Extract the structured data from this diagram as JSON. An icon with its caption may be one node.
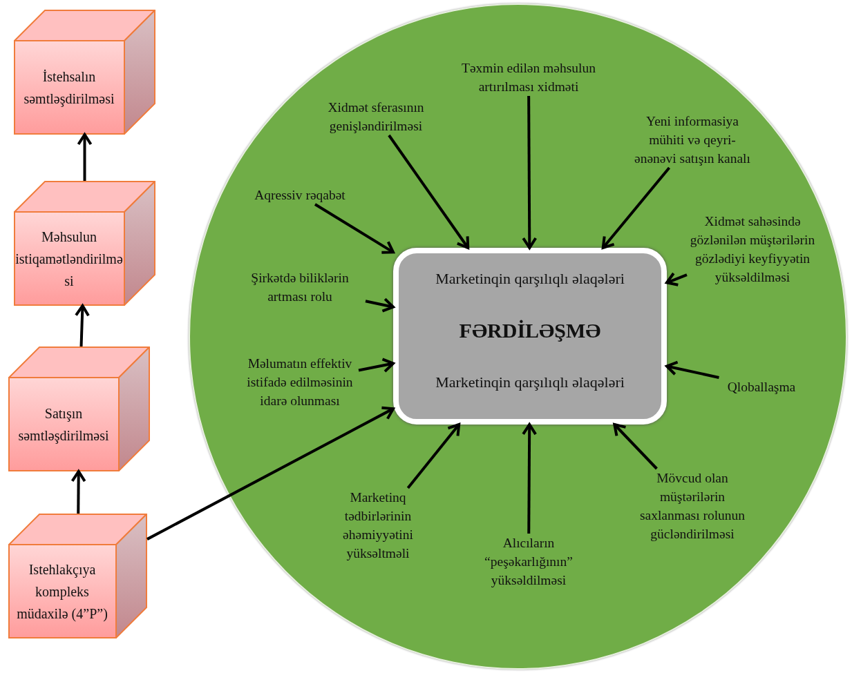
{
  "diagram": {
    "nodes": [
      {
        "text": [],
        "shape": "circle"
      },
      {
        "text": [
          "İstehsalın səmtləşdirilməsi"
        ]
      },
      {
        "text": [
          "Məhsulun istiqamətləndirilməsi"
        ]
      },
      {
        "text": [
          "Satışın səmtləşdirilməsi"
        ]
      },
      {
        "text": [
          "Istehlakçıya kompleks müdaxilə (4”P”)"
        ]
      },
      {
        "text": [
          "Marketinqin qarşılıqlı əlaqələri",
          "FƏRDİLƏŞMƏ",
          "Marketinqin qarşılıqlı əlaqələri"
        ],
        "in": 0
      },
      {
        "text": [
          "Təxmin edilən məhsulun artırılması xidməti"
        ],
        "in": 0
      },
      {
        "text": [
          "Xidmət sferasının genişləndirilməsi"
        ],
        "in": 0
      },
      {
        "text": [
          "Yeni informasiya mühiti və qeyri-ənənəvi satışın kanalı"
        ],
        "in": 0
      },
      {
        "text": [
          "Aqressiv rəqabət"
        ],
        "in": 0
      },
      {
        "text": [
          "Şirkətdə biliklərin artması rolu"
        ],
        "in": 0
      },
      {
        "text": [
          "Xidmət sahəsində gözlənilən müştərilərin gözlədiyi keyfiyyətin yüksəldilməsi"
        ],
        "in": 0
      },
      {
        "text": [
          "Məlumatın effektiv istifadə edilməsinin idarə olunması"
        ],
        "in": 0
      },
      {
        "text": [
          "Qloballaşma"
        ],
        "in": 0
      },
      {
        "text": [
          "Marketinq tədbirlərinin əhəmiyyətini yüksəltməli"
        ],
        "in": 0
      },
      {
        "text": [
          "Alıcıların “peşəkarlığının” yüksəldilməsi"
        ],
        "in": 0
      },
      {
        "text": [
          "Mövcud olan müştərilərin saxlanması rolunun gücləndirilməsi"
        ],
        "in": 0
      }
    ],
    "edges": [
      {
        "from": 2,
        "to": 1,
        "arrow": "to"
      },
      {
        "from": 3,
        "to": 2,
        "arrow": "to"
      },
      {
        "from": 4,
        "to": 3,
        "arrow": "to"
      },
      {
        "from": 4,
        "to": 5,
        "arrow": "to"
      },
      {
        "from": 6,
        "to": 5,
        "arrow": "to"
      },
      {
        "from": 7,
        "to": 5,
        "arrow": "to"
      },
      {
        "from": 8,
        "to": 5,
        "arrow": "to"
      },
      {
        "from": 9,
        "to": 5,
        "arrow": "to"
      },
      {
        "from": 10,
        "to": 5,
        "arrow": "to"
      },
      {
        "from": 11,
        "to": 5,
        "arrow": "to"
      },
      {
        "from": 12,
        "to": 5,
        "arrow": "to"
      },
      {
        "from": 13,
        "to": 5,
        "arrow": "to"
      },
      {
        "from": 14,
        "to": 5,
        "arrow": "to"
      },
      {
        "from": 15,
        "to": 5,
        "arrow": "to"
      },
      {
        "from": 16,
        "to": 5,
        "arrow": "to"
      }
    ]
  }
}
